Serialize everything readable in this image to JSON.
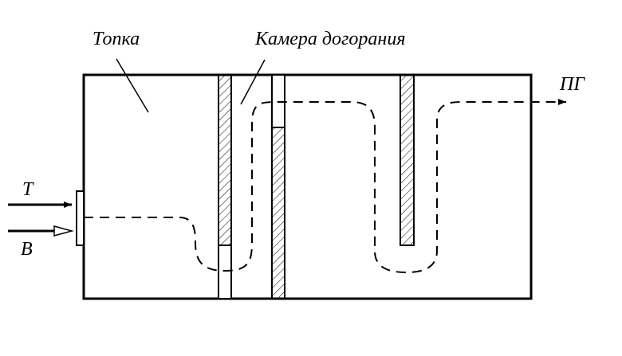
{
  "labels": {
    "furnace": "Топка",
    "afterburn_chamber": "Камера догорания",
    "flue_gases": "ПГ",
    "fuel": "Т",
    "air": "В"
  },
  "colors": {
    "stroke": "#000000",
    "background": "#ffffff"
  }
}
